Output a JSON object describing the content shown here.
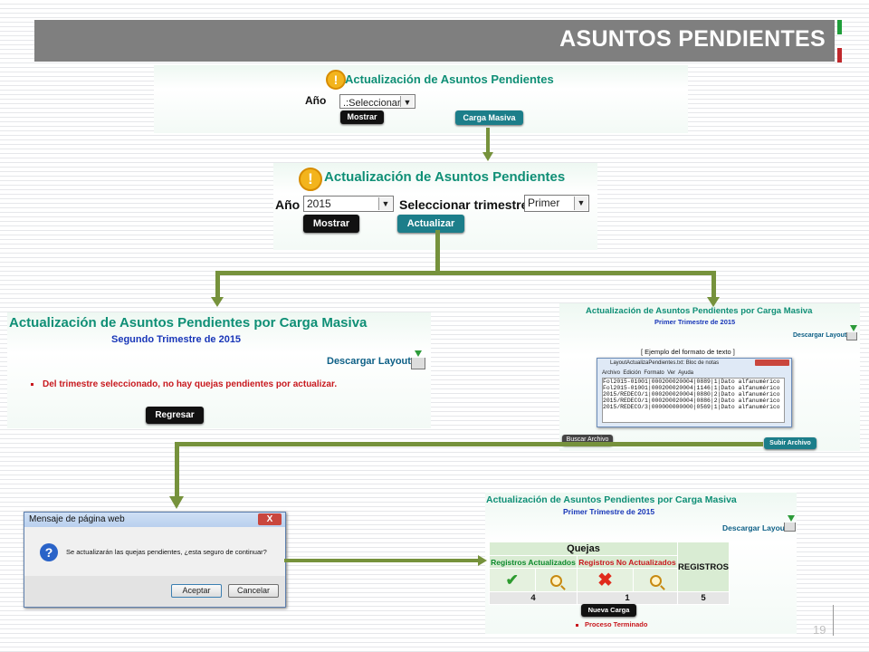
{
  "slide": {
    "title": "ASUNTOS PENDIENTES",
    "page_number": "19"
  },
  "panel1": {
    "title": "Actualización de Asuntos Pendientes",
    "year_label": "Año",
    "year_select": ".:Seleccionar:.",
    "show_button": "Mostrar",
    "bulk_button": "Carga Masiva"
  },
  "panel2": {
    "title": "Actualización de Asuntos Pendientes",
    "year_label": "Año",
    "year_value": "2015",
    "quarter_label": "Seleccionar trimestre:",
    "quarter_value": "Primer",
    "show_button": "Mostrar",
    "update_button": "Actualizar"
  },
  "panel3": {
    "title": "Actualización de Asuntos Pendientes por Carga Masiva",
    "subtitle": "Segundo Trimestre de 2015",
    "download": "Descargar Layout",
    "message": "Del trimestre seleccionado, no hay quejas pendientes por actualizar.",
    "back_button": "Regresar"
  },
  "panel4": {
    "title": "Actualización de Asuntos Pendientes por Carga Masiva",
    "subtitle": "Primer Trimestre de 2015",
    "download": "Descargar Layout",
    "example_label": "[ Ejemplo del formato de texto ]",
    "notepad_title": "LayoutActualizaPendientes.txt: Bloc de notas",
    "notepad_menu": [
      "Archivo",
      "Edición",
      "Formato",
      "Ver",
      "Ayuda"
    ],
    "notepad_lines": [
      "Fol2015-01001|000200020004|0889|1|Dato alfanumérico",
      "Fol2015-01001|000200020004|1146|1|Dato alfanumérico",
      "2015/REDECO/1|000200020004|0880|2|Dato alfanumérico",
      "2015/REDECO/1|000200020004|0886|2|Dato alfanumérico",
      "2015/REDECO/3|000000000000|0569|1|Dato alfanumérico"
    ],
    "browse_button": "Buscar Archivo",
    "upload_button": "Subir Archivo"
  },
  "dialog": {
    "title": "Mensaje de página web",
    "close": "X",
    "message": "Se actualizarán las quejas pendientes, ¿esta seguro de continuar?",
    "accept": "Aceptar",
    "cancel": "Cancelar"
  },
  "panel5": {
    "title": "Actualización de Asuntos Pendientes por Carga Masiva",
    "subtitle": "Primer Trimestre de 2015",
    "download": "Descargar Layout",
    "table": {
      "group_header": "Quejas",
      "col_updated": "Registros Actualizados",
      "col_not_updated": "Registros No Actualizados",
      "col_records": "REGISTROS",
      "updated_count": "4",
      "not_updated_count": "1",
      "records_total": "5"
    },
    "new_button": "Nueva Carga",
    "status": "Proceso Terminado"
  },
  "colors": {
    "title_bar": "#7f7f7f",
    "arrow": "#76923c",
    "teal": "#1c7e8a",
    "green_title": "#0f8f76"
  }
}
